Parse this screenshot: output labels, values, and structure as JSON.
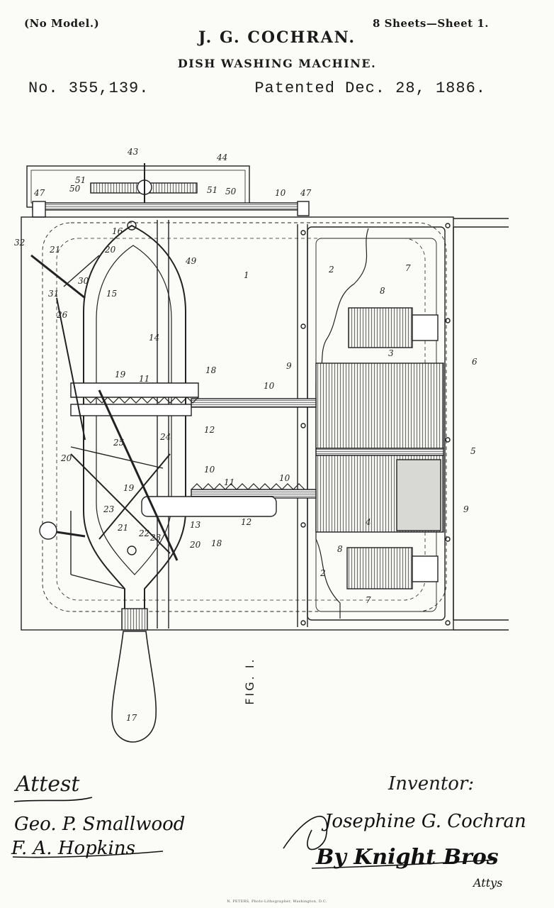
{
  "header": {
    "model_note": "(No Model.)",
    "sheets": "8 Sheets—Sheet 1.",
    "inventor_name": "J. G. COCHRAN.",
    "title": "DISH WASHING MACHINE.",
    "patent_number": "No. 355,139.",
    "patent_date": "Patented Dec. 28, 1886."
  },
  "figure": {
    "caption": "FIG. I.",
    "reference_numerals": [
      "1",
      "2",
      "3",
      "4",
      "5",
      "6",
      "7",
      "8",
      "9",
      "10",
      "11",
      "12",
      "13",
      "14",
      "15",
      "16",
      "17",
      "18",
      "19",
      "20",
      "21",
      "22",
      "23",
      "24",
      "25",
      "26",
      "30",
      "31",
      "32",
      "43",
      "44",
      "47",
      "49",
      "50",
      "51"
    ]
  },
  "signatures": {
    "attest_label": "Attest",
    "witness_1": "Geo. P. Smallwood",
    "witness_2": "F. A. Hopkins",
    "inventor_label": "Inventor:",
    "inventor_signature": "Josephine G. Cochran",
    "attorney": "By Knight Bros",
    "attorney_suffix": "Attys"
  },
  "footer": {
    "lithographer": "N. PETERS, Photo-Lithographer, Washington, D.C."
  }
}
